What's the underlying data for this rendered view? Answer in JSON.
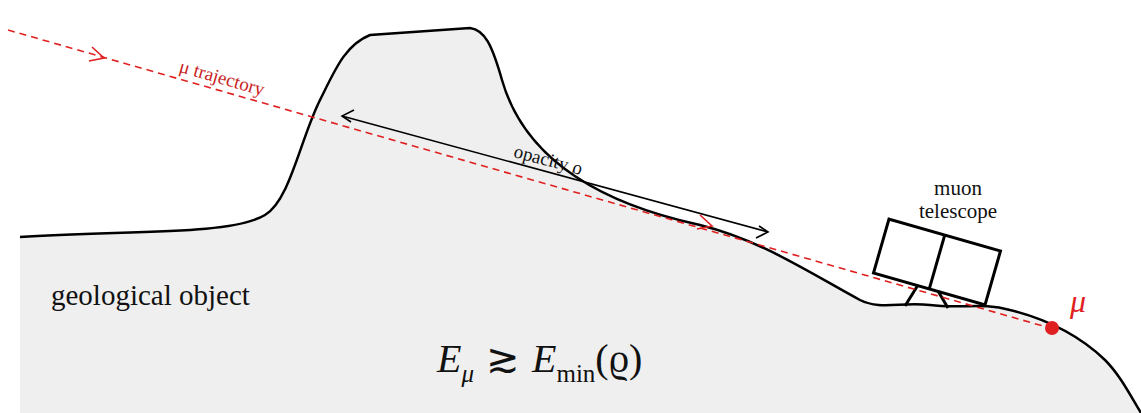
{
  "diagram": {
    "labels": [
      "μ trajectory",
      "opacity ϱ",
      "muon telescope",
      "geological object",
      "E",
      "μ",
      "≳",
      "E",
      "min",
      "(ϱ)",
      "μ"
    ]
  }
}
